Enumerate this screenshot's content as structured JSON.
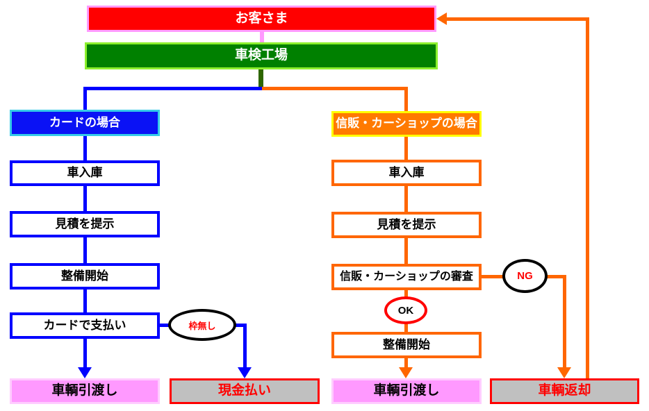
{
  "diagram": {
    "customer": "お客さま",
    "factory": "車検工場",
    "card_branch": {
      "title": "カードの場合",
      "steps": [
        "車入庫",
        "見積を提示",
        "整備開始",
        "カードで支払い"
      ],
      "no_limit_condition": "枠無し",
      "delivery": "車輌引渡し",
      "cash_payment": "現金払い"
    },
    "credit_branch": {
      "title": "信販・カーショップの場合",
      "steps": [
        "車入庫",
        "見積を提示",
        "信販・カーショップの審査",
        "整備開始"
      ],
      "ok_label": "OK",
      "ng_label": "NG",
      "delivery": "車輌引渡し",
      "vehicle_return": "車輌返却"
    },
    "colors": {
      "customer_fill": "#FF0000",
      "customer_border": "#FF99FF",
      "factory_fill": "#008000",
      "factory_border": "#8CF02D",
      "card_blue": "#0000FF",
      "card_title_border": "#35CBE8",
      "credit_orange": "#FF6600",
      "credit_title_fill": "#FF7A00",
      "credit_title_border": "#FFFF00",
      "delivery_fill": "#FF99FF",
      "delivery_border": "#FFCCFF",
      "terminal_gray": "#C0C0C0",
      "alert_red": "#FF0000"
    }
  }
}
